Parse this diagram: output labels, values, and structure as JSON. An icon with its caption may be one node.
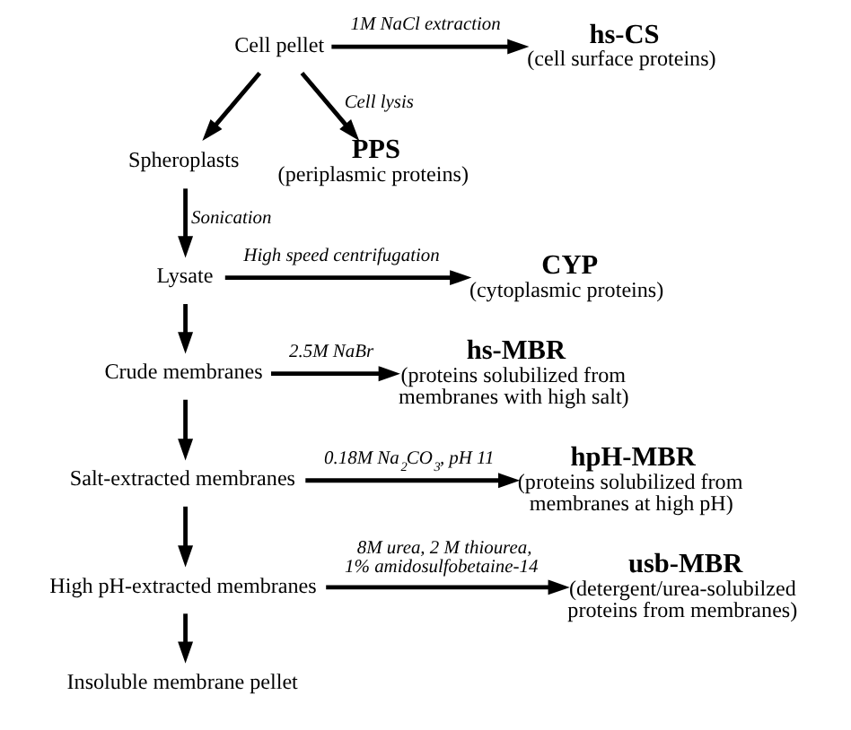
{
  "diagram": {
    "nodes": [
      {
        "text": [
          "Cell pellet"
        ]
      },
      {
        "text": [
          "hs-CS",
          "(cell surface proteins)"
        ]
      },
      {
        "text": [
          "Spheroplasts"
        ]
      },
      {
        "text": [
          "PPS",
          "(periplasmic proteins)"
        ]
      },
      {
        "text": [
          "Lysate"
        ]
      },
      {
        "text": [
          "CYP",
          "(cytoplasmic proteins)"
        ]
      },
      {
        "text": [
          "Crude membranes"
        ]
      },
      {
        "text": [
          "hs-MBR",
          "(proteins solubilized from membranes with high salt)"
        ]
      },
      {
        "text": [
          "Salt-extracted membranes"
        ]
      },
      {
        "text": [
          "hpH-MBR",
          "(proteins solubilized from membranes at high pH)"
        ]
      },
      {
        "text": [
          "High pH-extracted membranes"
        ]
      },
      {
        "text": [
          "usb-MBR",
          "(detergent/urea-solubilzed proteins from membranes)"
        ]
      },
      {
        "text": [
          "Insoluble membrane pellet"
        ]
      }
    ],
    "edges": [
      {
        "from": 0,
        "to": 1,
        "arrow": "to",
        "label": "1M NaCl extraction"
      },
      {
        "from": 0,
        "to": 2,
        "arrow": "to"
      },
      {
        "from": 0,
        "to": 3,
        "arrow": "to",
        "label": "Cell lysis"
      },
      {
        "from": 2,
        "to": 4,
        "arrow": "to",
        "label": "Sonication"
      },
      {
        "from": 4,
        "to": 5,
        "arrow": "to",
        "label": "High speed centrifugation"
      },
      {
        "from": 4,
        "to": 6,
        "arrow": "to"
      },
      {
        "from": 6,
        "to": 7,
        "arrow": "to",
        "label": "2.5M NaBr"
      },
      {
        "from": 6,
        "to": 8,
        "arrow": "to"
      },
      {
        "from": 8,
        "to": 9,
        "arrow": "to",
        "label": "0.18M Na$_{2}$CO$_{3}$, pH 11"
      },
      {
        "from": 8,
        "to": 10,
        "arrow": "to"
      },
      {
        "from": 10,
        "to": 11,
        "arrow": "to",
        "label": "8M urea, 2 M thiourea, 1% amidosulfobetaine-14"
      },
      {
        "from": 10,
        "to": 12,
        "arrow": "to"
      }
    ]
  }
}
